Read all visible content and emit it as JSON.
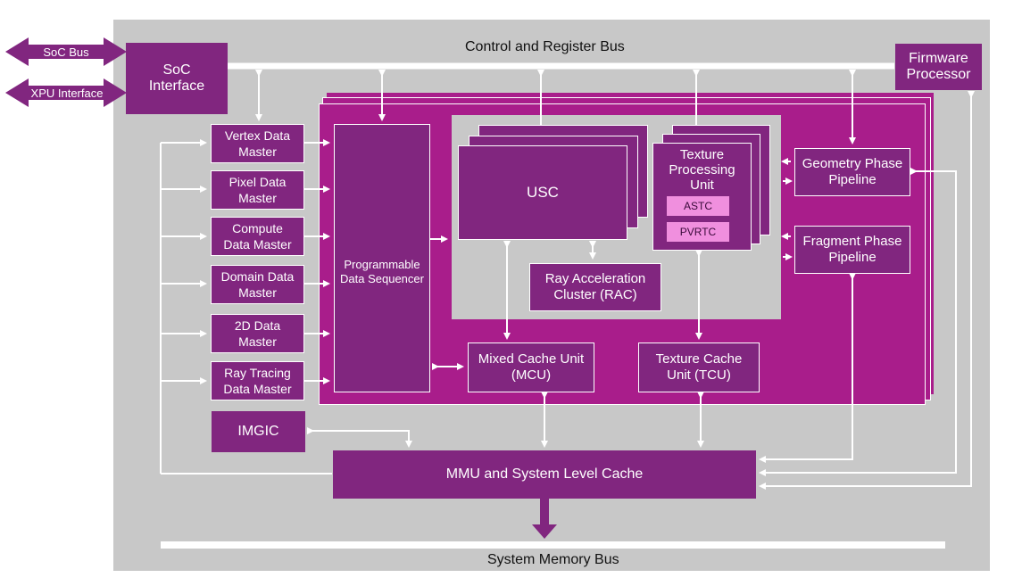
{
  "diagram": {
    "buses": {
      "control_register": "Control and Register Bus",
      "system_memory": "System Memory Bus"
    },
    "external": {
      "soc_bus": "SoC Bus",
      "xpu_interface": "XPU Interface"
    },
    "blocks": {
      "soc_interface": "SoC Interface",
      "firmware_processor": "Firmware Processor",
      "programmable_data_sequencer": "Programmable Data Sequencer",
      "usc": "USC",
      "texture_processing_unit": "Texture Processing Unit",
      "astc": "ASTC",
      "pvrtc": "PVRTC",
      "geometry_phase_pipeline": "Geometry Phase Pipeline",
      "fragment_phase_pipeline": "Fragment Phase Pipeline",
      "ray_acceleration_cluster": "Ray Acceleration Cluster (RAC)",
      "mixed_cache_unit": "Mixed Cache Unit (MCU)",
      "texture_cache_unit": "Texture Cache Unit (TCU)",
      "imgic": "IMGIC",
      "mmu_slc": "MMU and System Level Cache"
    },
    "data_masters": [
      "Vertex Data Master",
      "Pixel Data Master",
      "Compute Data Master",
      "Domain Data Master",
      "2D Data Master",
      "Ray Tracing Data Master"
    ],
    "colors": {
      "chip_background": "#c8c8c8",
      "block": "#81267f",
      "cluster": "#a91d8b",
      "compression": "#f08fde",
      "bus": "#ffffff"
    }
  }
}
